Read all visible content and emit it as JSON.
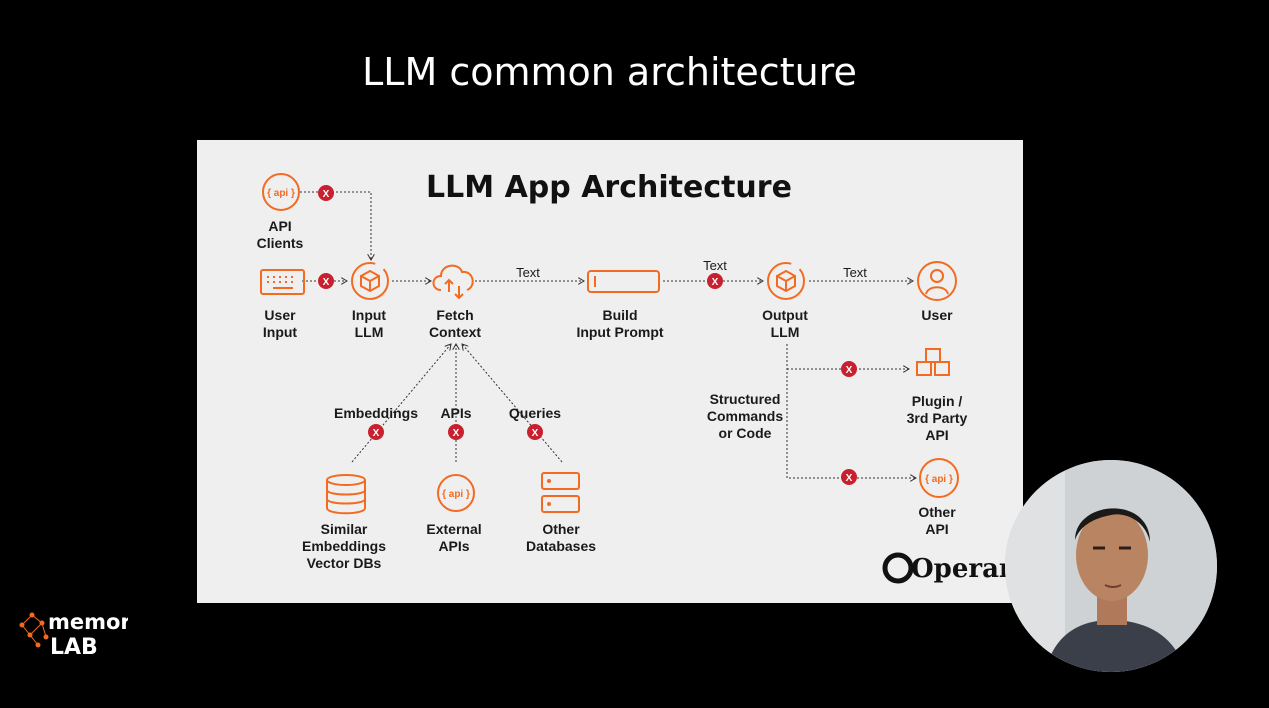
{
  "slide": {
    "title": "LLM common architecture"
  },
  "diagram": {
    "title": "LLM App Architecture",
    "logo": "Operant",
    "nodes": {
      "api_clients": [
        "API",
        "Clients"
      ],
      "user_input": [
        "User",
        "Input"
      ],
      "input_llm": [
        "Input",
        "LLM"
      ],
      "fetch_context": [
        "Fetch",
        "Context"
      ],
      "build_prompt": [
        "Build",
        "Input Prompt"
      ],
      "output_llm": [
        "Output",
        "LLM"
      ],
      "user": [
        "User"
      ],
      "plugin": [
        "Plugin /",
        "3rd Party",
        "API"
      ],
      "other_api": [
        "Other",
        "API"
      ],
      "vector_dbs": [
        "Similar",
        "Embeddings",
        "Vector DBs"
      ],
      "external_apis": [
        "External",
        "APIs"
      ],
      "other_dbs": [
        "Other",
        "Databases"
      ],
      "structured": [
        "Structured",
        "Commands",
        "or Code"
      ]
    },
    "edge_labels": {
      "text1": "Text",
      "text2": "Text",
      "text3": "Text",
      "embeddings": "Embeddings",
      "apis": "APIs",
      "queries": "Queries"
    },
    "icon_text": {
      "api": "{ api }"
    },
    "markers": {
      "x": "X"
    }
  },
  "branding": {
    "memore_top": "memore",
    "memore_bottom": "LAB"
  },
  "colors": {
    "accent": "#f26b21",
    "marker": "#c8202f",
    "panel": "#efefef"
  }
}
